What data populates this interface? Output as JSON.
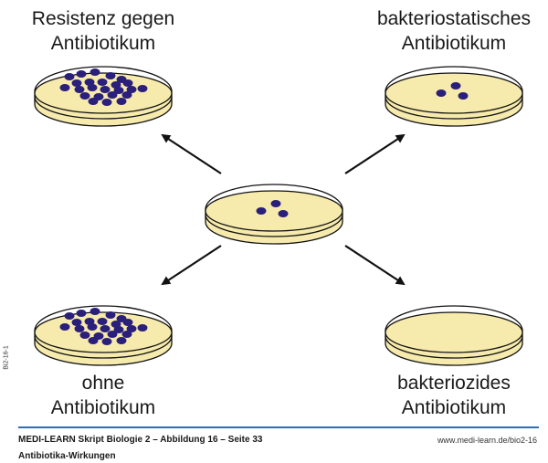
{
  "colors": {
    "agar": "#f6eaad",
    "outline": "#111111",
    "colony": "#2a1f7a",
    "rule": "#2f6db5"
  },
  "labels": {
    "top_left": [
      "Resistenz gegen",
      "Antibiotikum"
    ],
    "top_right": [
      "bakteriostatisches",
      "Antibiotikum"
    ],
    "bottom_left": [
      "ohne",
      "Antibiotikum"
    ],
    "bottom_right": [
      "bakteriozides",
      "Antibiotikum"
    ]
  },
  "dishes": [
    {
      "id": "top-left",
      "colonies": 24
    },
    {
      "id": "top-right",
      "colonies": 3
    },
    {
      "id": "center",
      "colonies": 3
    },
    {
      "id": "bottom-left",
      "colonies": 24
    },
    {
      "id": "bottom-right",
      "colonies": 0
    }
  ],
  "side_code": "Bi2-16-1",
  "footer": {
    "title": "MEDI-LEARN Skript Biologie 2 – Abbildung 16 – Seite 33",
    "subtitle": "Antibiotika-Wirkungen",
    "url": "www.medi-learn.de/bio2-16"
  }
}
